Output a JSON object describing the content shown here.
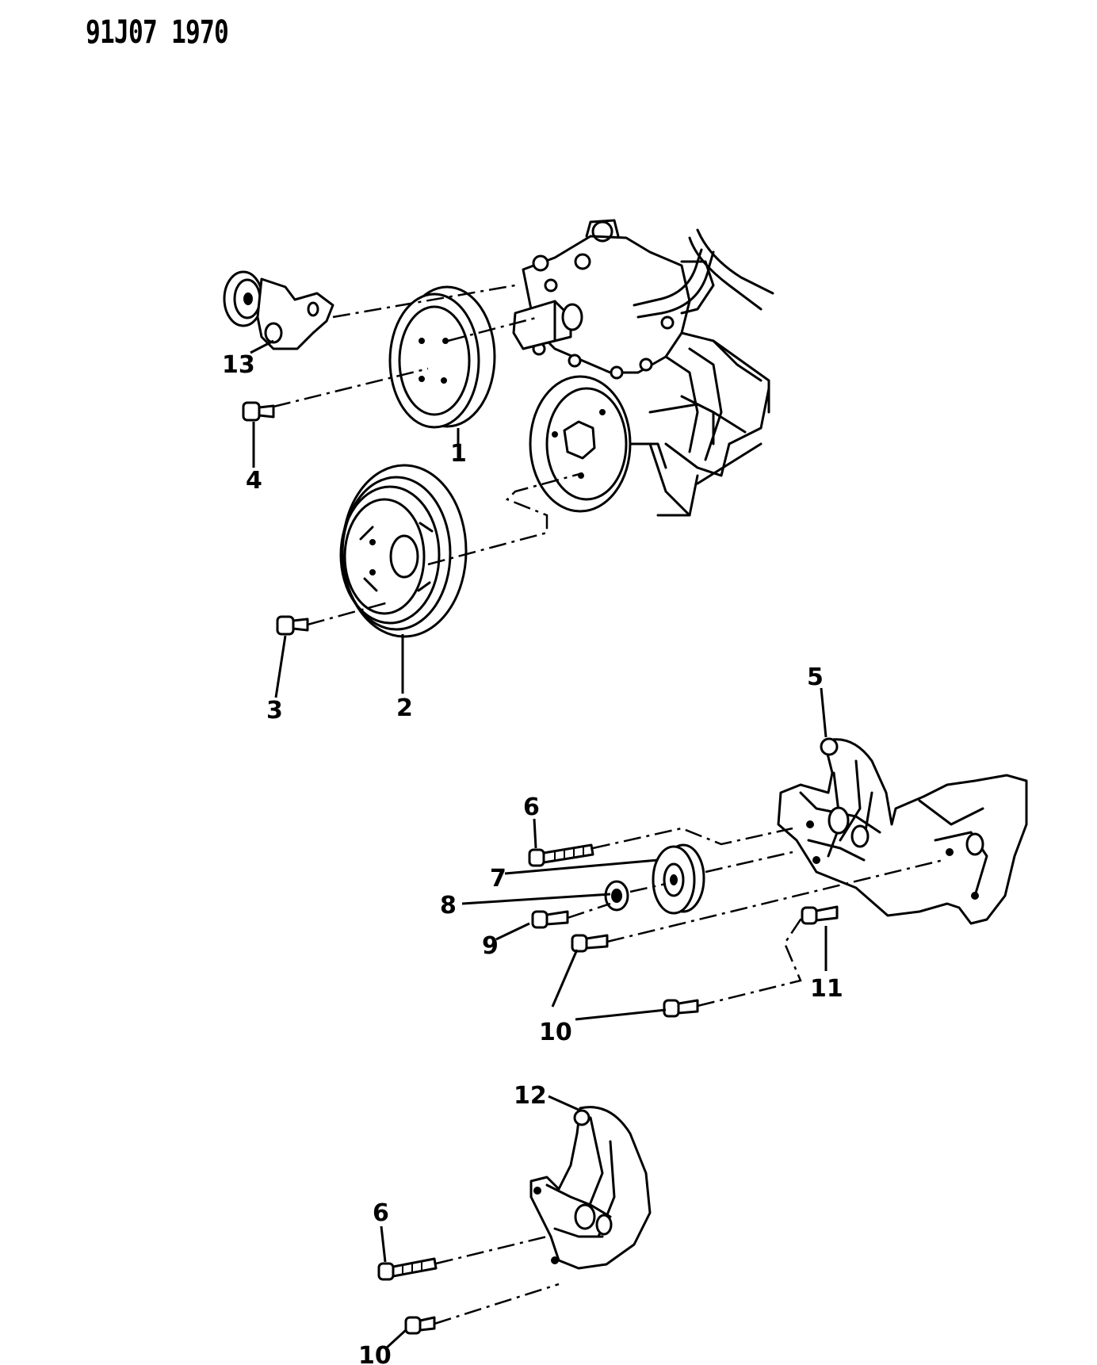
{
  "header": {
    "code": "91J07 1970"
  },
  "callouts": {
    "c1": "1",
    "c2": "2",
    "c3": "3",
    "c4": "4",
    "c5": "5",
    "c6a": "6",
    "c6b": "6",
    "c7": "7",
    "c8": "8",
    "c9": "9",
    "c10a": "10",
    "c10b": "10",
    "c11": "11",
    "c12": "12",
    "c13": "13"
  }
}
